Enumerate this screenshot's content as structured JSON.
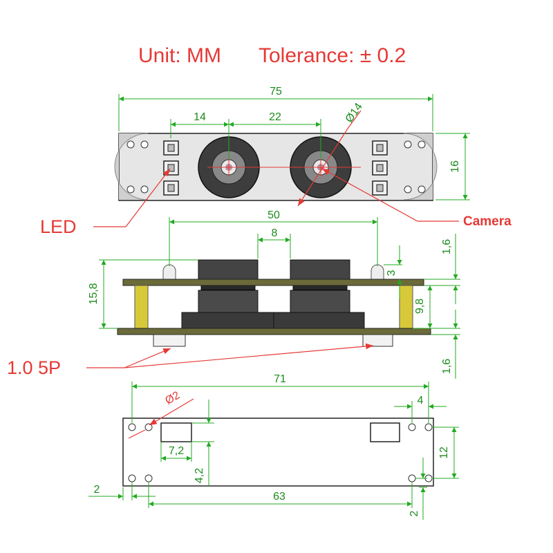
{
  "header": {
    "unit_label": "Unit: MM",
    "tolerance_label": "Tolerance: ± 0.2"
  },
  "callouts": {
    "led": "LED",
    "camera": "Camera",
    "connector": "1.0  5P"
  },
  "top_view": {
    "overall_width": "75",
    "led_to_lens": "14",
    "lens_spacing": "22",
    "lens_diameter": "Ø14",
    "height": "16"
  },
  "side_view": {
    "lens_span": "50",
    "lens_gap": "8",
    "board_top": "1,6",
    "led_height": "3",
    "overall_height": "15,8",
    "spacer_height": "9,8",
    "board_bottom": "1,6"
  },
  "bottom_view": {
    "hole_span": "71",
    "hole_diameter": "Ø2",
    "right_pitch": "4",
    "vertical_pitch": "12",
    "pad_width": "7,2",
    "pad_offset": "4,2",
    "left_margin": "2",
    "inner_span": "63",
    "bottom_margin": "2"
  },
  "colors": {
    "accent": "#e53935",
    "dimension": "#1b8a1b",
    "board": "#e4e4e4",
    "pcb_side": "#6b6b3a",
    "spacer": "#d8c93a"
  }
}
